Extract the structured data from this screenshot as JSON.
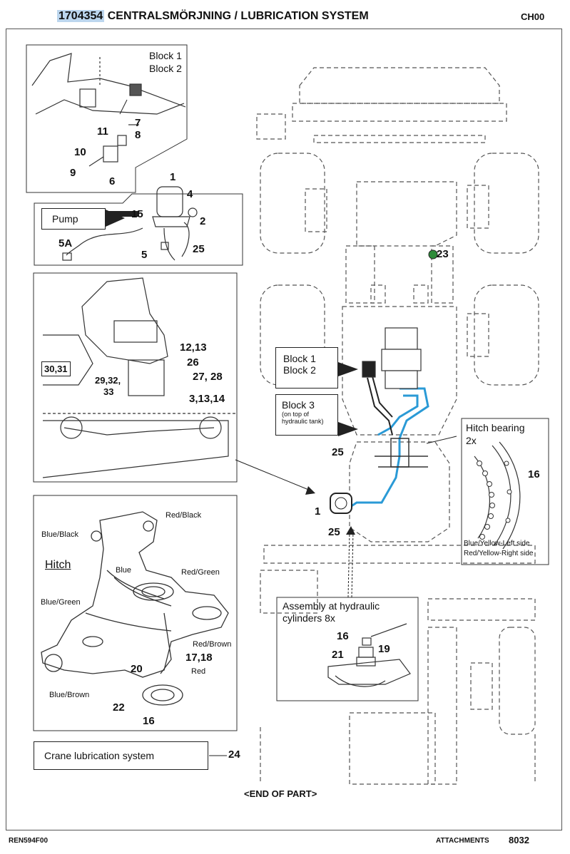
{
  "header": {
    "part_number": "1704354",
    "title": "CENTRALSMÖRJNING / LUBRICATION SYSTEM",
    "chapter": "CH00"
  },
  "panels": {
    "block12": {
      "label_line1": "Block 1",
      "label_line2": "Block 2"
    },
    "pump": {
      "label": "Pump"
    },
    "hitch": {
      "label": "Hitch"
    },
    "crane": {
      "label": "Crane lubrication system"
    },
    "block12_main": {
      "line1": "Block 1",
      "line2": "Block 2"
    },
    "block3": {
      "line1": "Block 3",
      "line2": "(on top of",
      "line3": "hydraulic tank)"
    },
    "hitch_bearing": {
      "line1": "Hitch bearing",
      "line2": "2x",
      "note1": "Blue/Yellow-Left side",
      "note2": "Red/Yellow-Right side"
    },
    "assembly": {
      "line1": "Assembly at hydraulic",
      "line2": "cylinders 8x"
    }
  },
  "callouts": {
    "n1": "1",
    "n2": "2",
    "n4": "4",
    "n5": "5",
    "n5a": "5A",
    "n6": "6",
    "n7": "7",
    "n8": "8",
    "n9": "9",
    "n10": "10",
    "n11": "11",
    "n15": "15",
    "n25a": "25",
    "n12_13": "12,13",
    "n26": "26",
    "n27_28": "27, 28",
    "n3_13_14": "3,13,14",
    "n30_31": "30,31",
    "n29_32": "29,32,",
    "n33": "33",
    "n16a": "16",
    "n17_18": "17,18",
    "n20": "20",
    "n22": "22",
    "n24": "24",
    "n23": "23",
    "n25b": "25",
    "n1b": "1",
    "n25c": "25",
    "n16b": "16",
    "n16c": "16",
    "n19": "19",
    "n21": "21"
  },
  "wire_labels": {
    "red_black": "Red/Black",
    "blue_black": "Blue/Black",
    "blue": "Blue",
    "red_green": "Red/Green",
    "blue_green": "Blue/Green",
    "red_brown": "Red/Brown",
    "red": "Red",
    "blue_brown": "Blue/Brown"
  },
  "footer": {
    "end": "<END OF PART>",
    "doc_code": "REN594F00",
    "section": "ATTACHMENTS",
    "page": "8032"
  },
  "colors": {
    "highlight": "#bcd6ee",
    "lube_line": "#2a9ad6",
    "green_point": "#2e8b3a"
  }
}
